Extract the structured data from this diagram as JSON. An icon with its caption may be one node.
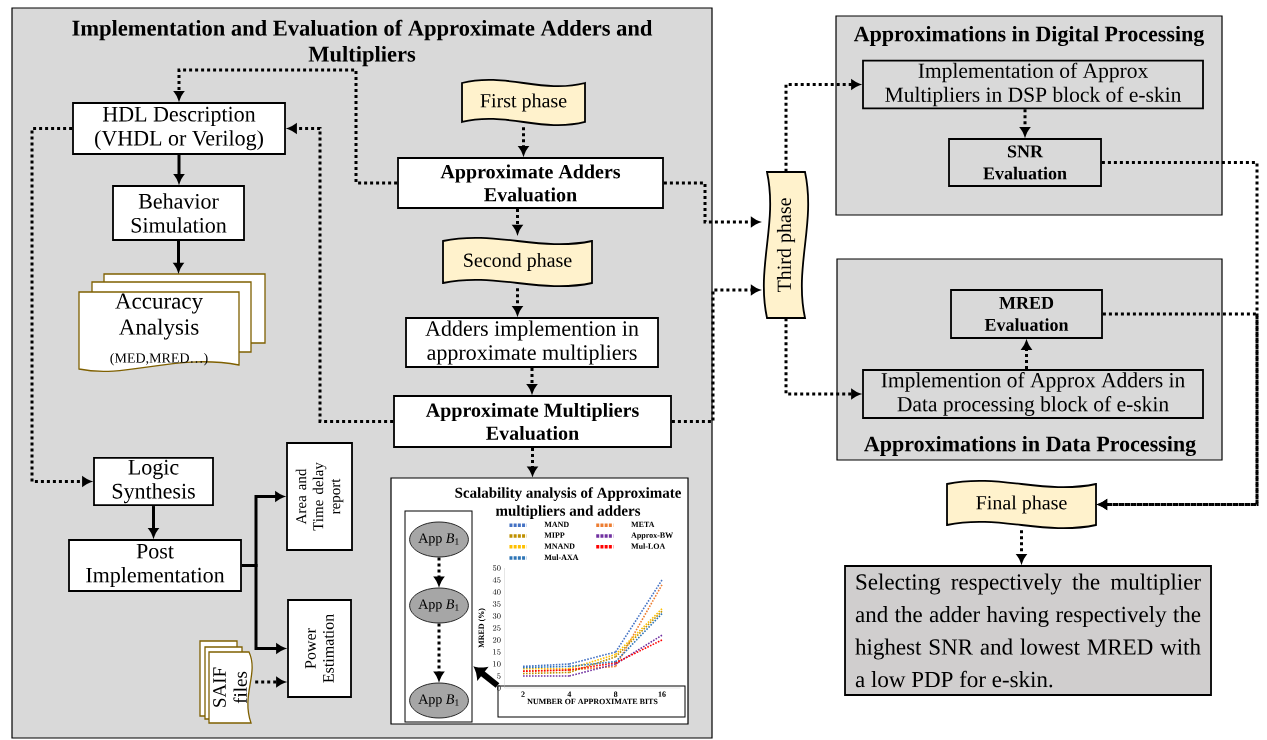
{
  "diagram": {
    "nodes": [
      {
        "text": [
          "Implementation and Evaluation of Approximate Adders and Multipliers"
        ]
      },
      {
        "text": [
          "HDL Description (VHDL or Verilog)"
        ],
        "in": 0
      },
      {
        "text": [
          "Behavior Simulation"
        ],
        "in": 0
      },
      {
        "text": [
          "Accuracy Analysis",
          "(MED,MRED…)"
        ],
        "in": 0
      },
      {
        "text": [
          "First phase"
        ],
        "in": 0
      },
      {
        "text": [
          "Approximate Adders Evaluation"
        ],
        "in": 0
      },
      {
        "text": [
          "Second phase"
        ],
        "in": 0
      },
      {
        "text": [
          "Adders implemention in approximate multipliers"
        ],
        "in": 0
      },
      {
        "text": [
          "Approximate Multipliers Evaluation"
        ],
        "in": 0
      },
      {
        "text": [
          "Logic Synthesis"
        ],
        "in": 0
      },
      {
        "text": [
          "Post Implementation"
        ],
        "in": 0
      },
      {
        "text": [
          "Area and Time delay report"
        ],
        "in": 0
      },
      {
        "text": [
          "Power Estimation"
        ],
        "in": 0
      },
      {
        "text": [
          "SAIF files"
        ],
        "in": 0
      },
      {
        "text": [
          "Scalability analysis of Approximate multipliers and adders"
        ],
        "in": 0
      },
      {
        "text": [],
        "shape": "box",
        "in": 14
      },
      {
        "text": [
          "App *B*$_{1}$"
        ],
        "in": 15
      },
      {
        "text": [
          "App *B*$_{1}$"
        ],
        "in": 15
      },
      {
        "text": [
          "App *B*$_{1}$"
        ],
        "in": 15
      },
      {
        "text": [],
        "shape": "box",
        "in": 14
      },
      {
        "text": [
          "Third phase"
        ]
      },
      {
        "text": [
          "Approximations in Digital Processing"
        ]
      },
      {
        "text": [
          "Implementation of Approx Multipliers in DSP block of e-skin"
        ],
        "in": 21
      },
      {
        "text": [
          "SNR Evaluation"
        ],
        "in": 21
      },
      {
        "text": [
          "Approximations in Data Processing"
        ]
      },
      {
        "text": [
          "MRED Evaluation"
        ],
        "in": 24
      },
      {
        "text": [
          "Implemention of Approx Adders in Data processing block of e-skin"
        ],
        "in": 24
      },
      {
        "text": [
          "Final phase"
        ]
      },
      {
        "text": [
          "Selecting respectively the multiplier and the adder having respectively the highest SNR and lowest MRED with a low PDP for e-skin."
        ]
      }
    ],
    "edges": [
      {
        "from": 5,
        "to": 1,
        "arrow": "to",
        "style": "dashed"
      },
      {
        "from": 8,
        "to": 1,
        "arrow": "to",
        "style": "dashed"
      },
      {
        "from": 1,
        "to": 9,
        "arrow": "to",
        "style": "dashed"
      },
      {
        "from": 1,
        "to": 2,
        "arrow": "to"
      },
      {
        "from": 2,
        "to": 3,
        "arrow": "to"
      },
      {
        "from": 4,
        "to": 5,
        "arrow": "to",
        "style": "dashed"
      },
      {
        "from": 5,
        "to": 6,
        "arrow": "to",
        "style": "dashed"
      },
      {
        "from": 6,
        "to": 7,
        "arrow": "to",
        "style": "dashed"
      },
      {
        "from": 7,
        "to": 8,
        "arrow": "to",
        "style": "dashed"
      },
      {
        "from": 8,
        "to": 14,
        "arrow": "to",
        "style": "dashed"
      },
      {
        "from": 9,
        "to": 10,
        "arrow": "to"
      },
      {
        "from": 10,
        "to": 11,
        "arrow": "to"
      },
      {
        "from": 10,
        "to": 12,
        "arrow": "to"
      },
      {
        "from": 13,
        "to": 12,
        "arrow": "to",
        "style": "dashed"
      },
      {
        "from": 19,
        "to": 15,
        "arrow": "to",
        "style": "thick"
      },
      {
        "from": 16,
        "to": 17,
        "arrow": "to",
        "style": "dashed"
      },
      {
        "from": 17,
        "to": 18,
        "arrow": "to",
        "style": "dashed"
      },
      {
        "from": 5,
        "to": 20,
        "arrow": "to",
        "style": "dashed"
      },
      {
        "from": 8,
        "to": 20,
        "arrow": "to",
        "style": "dashed"
      },
      {
        "from": 20,
        "to": 22,
        "arrow": "to",
        "style": "dashed"
      },
      {
        "from": 20,
        "to": 26,
        "arrow": "to",
        "style": "dashed"
      },
      {
        "from": 22,
        "to": 23,
        "arrow": "to",
        "style": "dashed"
      },
      {
        "from": 26,
        "to": 25,
        "arrow": "to",
        "style": "dashed"
      },
      {
        "from": 23,
        "to": 27,
        "arrow": "to",
        "style": "dashed"
      },
      {
        "from": 25,
        "to": 27,
        "arrow": "to",
        "style": "dashed"
      },
      {
        "from": 27,
        "to": 28,
        "arrow": "to",
        "style": "dashed"
      }
    ],
    "chart_data": {
      "type": "line",
      "xlabel": "NUMBER OF APPROXIMATE BITS",
      "ylabel": "MRED (%)",
      "categories": [
        "2",
        "4",
        "8",
        "16"
      ],
      "legend": "top",
      "ylim": [
        0,
        50
      ],
      "yticks": [
        0,
        5,
        10,
        15,
        20,
        25,
        30,
        35,
        40,
        45,
        50
      ],
      "series": [
        {
          "name": "MAND",
          "color": "#4472c4",
          "line_style": "dotted",
          "values": [
            9,
            10,
            15,
            45
          ]
        },
        {
          "name": "META",
          "color": "#ed7d31",
          "line_style": "dotted",
          "values": [
            7,
            7.5,
            9,
            43
          ]
        },
        {
          "name": "MIPP",
          "color": "#bf9000",
          "line_style": "dotted",
          "values": [
            6,
            6.5,
            13,
            32
          ]
        },
        {
          "name": "Approx-BW",
          "color": "#7030a0",
          "line_style": "dotted",
          "values": [
            5,
            5,
            10,
            22
          ]
        },
        {
          "name": "MNAND",
          "color": "#ffc000",
          "line_style": "dotted",
          "values": [
            8,
            8,
            14,
            33
          ]
        },
        {
          "name": "Mul-LOA",
          "color": "#ff0000",
          "line_style": "dotted",
          "values": [
            7,
            7.5,
            10.5,
            20
          ]
        },
        {
          "name": "Mul-AXA",
          "color": "#2e75b6",
          "line_style": "dotted",
          "values": [
            8.5,
            9,
            11,
            31
          ]
        }
      ]
    }
  }
}
